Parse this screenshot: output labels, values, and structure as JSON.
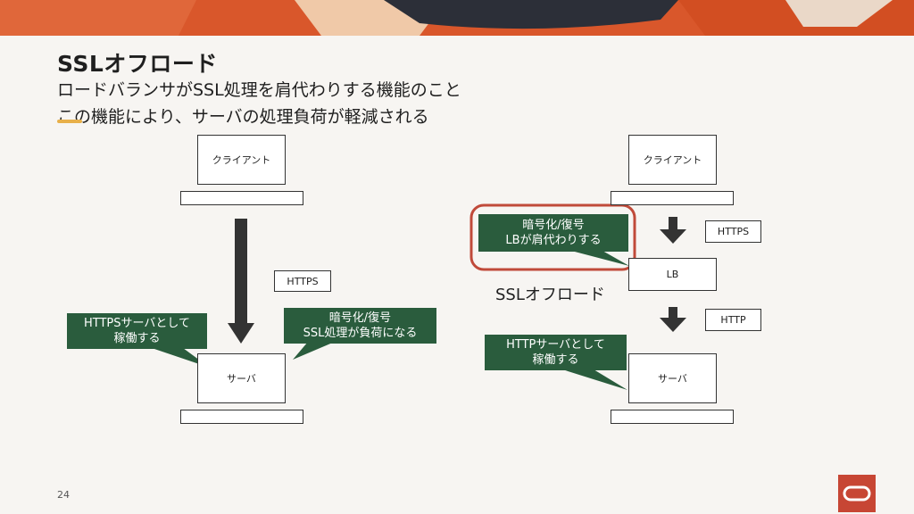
{
  "slide": {
    "title": "SSLオフロード",
    "subtitle_1": "ロードバランサがSSL処理を肩代わりする機能のこと",
    "subtitle_2": "この機能により、サーバの処理負荷が軽減される",
    "page_number": "24"
  },
  "left_diagram": {
    "client_label": "クライアント",
    "server_label": "サーバ",
    "protocol_tag": "HTTPS",
    "callout_server": [
      "HTTPSサーバとして",
      "稼働する"
    ],
    "callout_load": [
      "暗号化/復号",
      "SSL処理が負荷になる"
    ]
  },
  "right_diagram": {
    "client_label": "クライアント",
    "lb_label": "LB",
    "server_label": "サーバ",
    "tag_upper": "HTTPS",
    "tag_lower": "HTTP",
    "callout_lb": [
      "暗号化/復号",
      "LBが肩代わりする"
    ],
    "callout_server": [
      "HTTPサーバとして",
      "稼働する"
    ],
    "offload_label": "SSLオフロード"
  },
  "colors": {
    "callout_green": "#2a5c3d",
    "highlight_ring": "#c04a3a",
    "brand_red": "#c74634",
    "banner_orange": "#d9572b"
  }
}
